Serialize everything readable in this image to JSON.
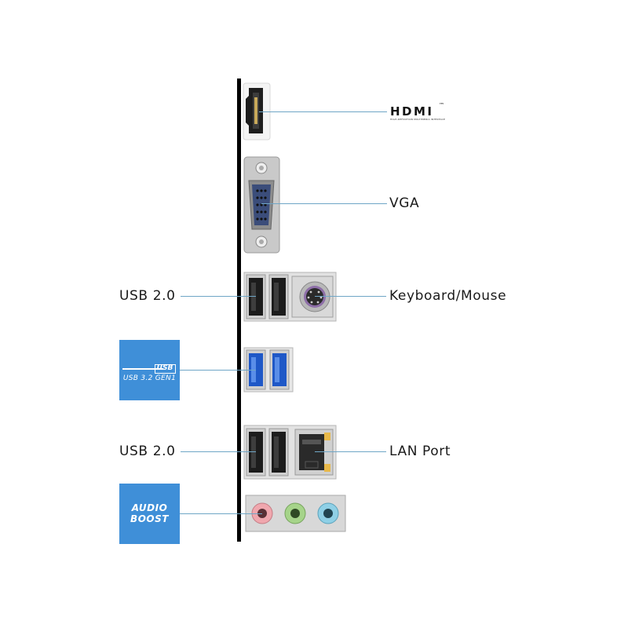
{
  "labels": {
    "hdmi_logo": "HDMI",
    "hdmi_sub": "HIGH-DEFINITION MULTIMEDIA INTERFACE",
    "hdmi_tm": "™",
    "vga": "VGA",
    "usb20_top": "USB 2.0",
    "keyboard_mouse": "Keyboard/Mouse",
    "usb20_bottom": "USB 2.0",
    "lan_port": "LAN Port"
  },
  "badges": {
    "usb32": {
      "line1": "USB",
      "line2": "USB 3.2 GEN1"
    },
    "audio_boost": {
      "line1": "AUDIO",
      "line2": "BOOST"
    }
  },
  "colors": {
    "leader_line": "#6fa6c6",
    "badge_blue": "#3f8fd8",
    "panel_bar": "#000000",
    "usb3_blue": "#2f6fd6",
    "audio_pink": "#f0a7ae",
    "audio_green": "#a6d48a",
    "audio_blue": "#8fd0e6"
  }
}
